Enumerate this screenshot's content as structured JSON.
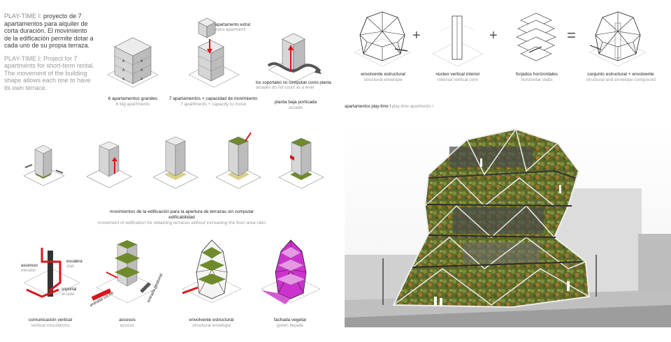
{
  "intro": {
    "es_prefix": "PLAY-TIME I:",
    "es_text": "proyecto de 7 apartamentos para alquiler de corta duración. El movimiento de la edificación permite dotar a cada uno de su propia terraza.",
    "en_prefix": "PLAY-TIME I:",
    "en_text": "Project for 7 apartments for short-term rental. The movement of the building shape allows each one to have its own terrace."
  },
  "row1": {
    "big_caption": "6 apartamentos grandes",
    "big_sub": "6 big apartments",
    "extra_label": "apartamento extra!",
    "extra_sub": "extra apartment!",
    "move_caption": "7 apartamentos + capacidad de movimiento",
    "move_sub": "7 apartments + capacity to move",
    "soportal_label": "los soportales no computan como planta",
    "soportal_sub": "arcades do not count as a level",
    "arcade_caption": "planta baja porticada",
    "arcade_sub": "arcade"
  },
  "assembly": {
    "envelope": "envolvente estructural",
    "envelope_sub": "structural envelope",
    "core": "núcleo vertical interior",
    "core_sub": "internal vertical core",
    "slabs": "forjados horizontales",
    "slabs_sub": "horizontal slabs",
    "compound": "conjunto estructural + envolvente",
    "compound_sub": "structural and envelope compound",
    "plus": "+",
    "equals": "="
  },
  "render_title": {
    "es": "apartamentos play-time I",
    "en": "play-time apartments I"
  },
  "row2": {
    "caption": "movimientos de la edificación para la apertura de terrazas sin computar edificabilidad",
    "sub": "movement of edification for obtaining terraces without increasing the floor area ratio"
  },
  "row3": {
    "ascensor": "ascensor",
    "ascensor_sub": "elevator",
    "escalera": "escalera",
    "escalera_sub": "stair",
    "soportal": "soportal",
    "soportal_sub": "arcade",
    "vertical_caption": "comunicación vertical",
    "vertical_sub": "vertical circulations",
    "access_caption": "accesos",
    "access_sub": "access",
    "car": "entrada coche",
    "pedestrian": "entrada peatonal",
    "envelope_caption": "envolvente estructural",
    "envelope_sub": "structural envelope",
    "green_caption": "fachada vegetal",
    "green_sub": "green façade"
  },
  "colors": {
    "green": "#6f8a2c",
    "red": "#d8161b",
    "magenta": "#cc33cc",
    "grey": "#d9d9d9"
  }
}
